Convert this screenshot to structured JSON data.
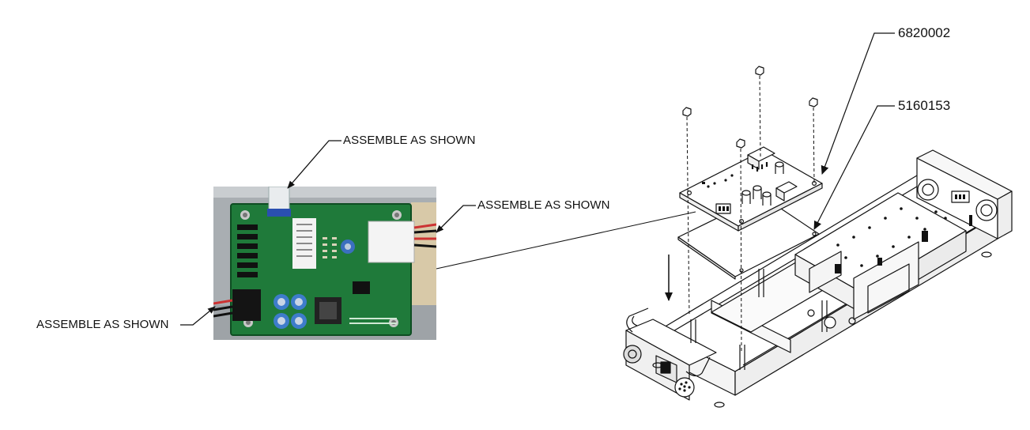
{
  "callouts": {
    "top": "ASSEMBLE AS SHOWN",
    "right": "ASSEMBLE AS SHOWN",
    "left": "ASSEMBLE AS SHOWN"
  },
  "part_numbers": {
    "board": "6820002",
    "insulator": "5160153"
  },
  "colors": {
    "pcb": "#1f7a3a",
    "chassis": "#b8bcc0",
    "line": "#111111"
  }
}
